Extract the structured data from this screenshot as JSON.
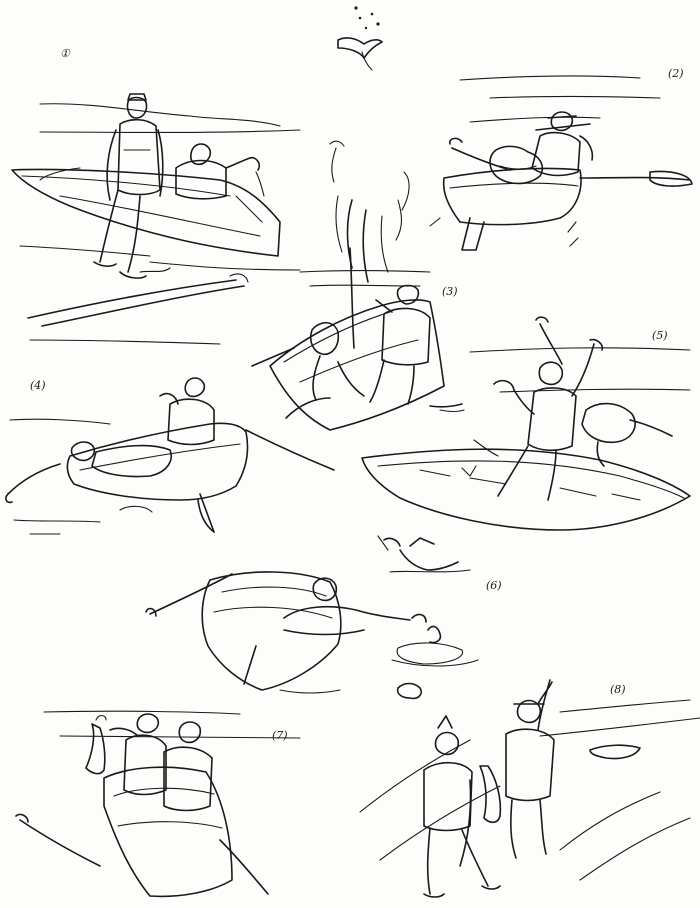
{
  "panel_labels": {
    "p1": "①",
    "p2": "(2)",
    "p3": "(3)",
    "p4": "(4)",
    "p5": "(5)",
    "p6": "(6)",
    "p7": "(7)",
    "p8": "(8)"
  },
  "ink_color": "#1a1a1a",
  "paper_color": "#fdfdfb"
}
